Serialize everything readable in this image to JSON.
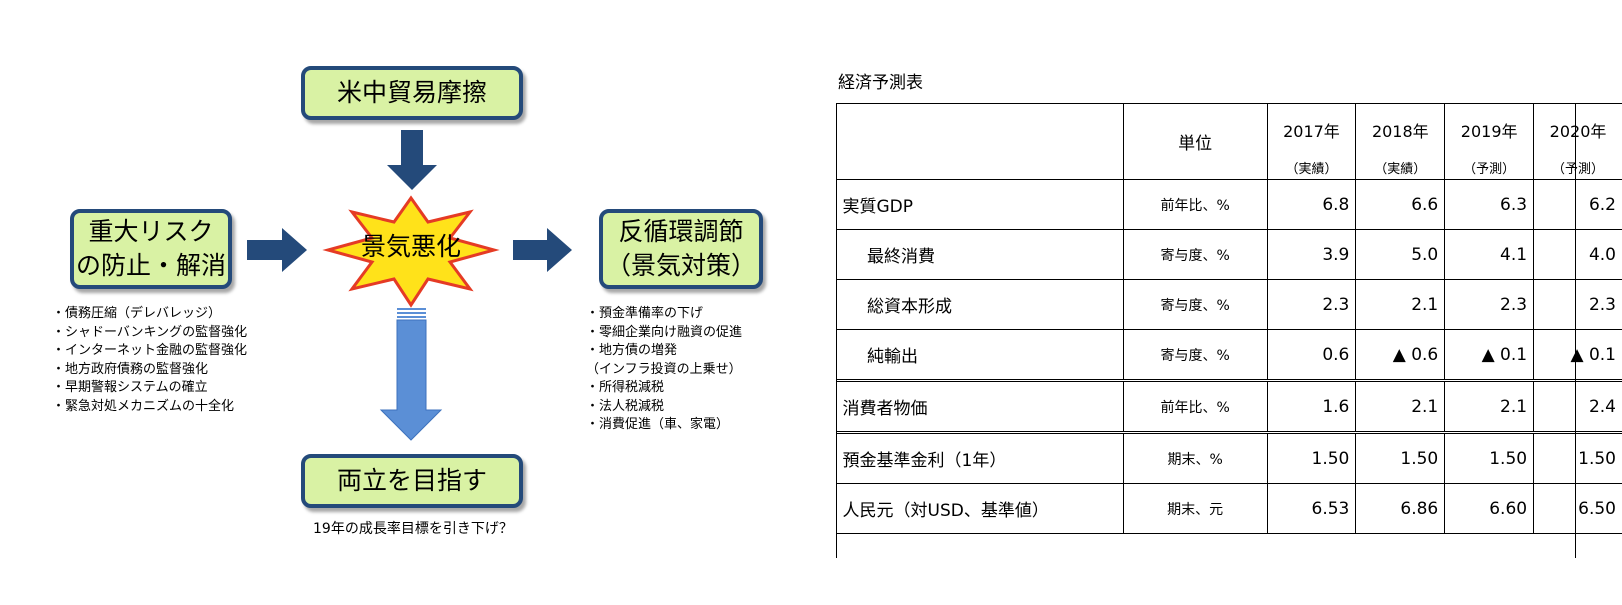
{
  "diagram": {
    "top_box": "米中貿易摩擦",
    "center_burst": "景気悪化",
    "left_box": [
      "重大リスク",
      "の防止・解消"
    ],
    "right_box": [
      "反循環調節",
      "（景気対策）"
    ],
    "bottom_box": "両立を目指す",
    "left_bullets": [
      "・債務圧縮（デレバレッジ）",
      "・シャドーバンキングの監督強化",
      "・インターネット金融の監督強化",
      "・地方政府債務の監督強化",
      "・早期警報システムの確立",
      "・緊急対処メカニズムの十全化"
    ],
    "right_bullets": [
      "・預金準備率の下げ",
      "・零細企業向け融資の促進",
      "・地方債の増発",
      "（インフラ投資の上乗せ）",
      "・所得税減税",
      "・法人税減税",
      "・消費促進（車、家電）"
    ],
    "bottom_note": "19年の成長率目標を引き下げ？",
    "colors": {
      "box_fill": "#d9f2a4",
      "box_border": "#244a7a",
      "arrow": "#244a7a",
      "arrow_down": "#5b8fd6",
      "burst_fill": "#ffe21a",
      "burst_border": "#e53b25"
    }
  },
  "table": {
    "title": "経済予測表",
    "unit_header": "単位",
    "years": [
      "2017年",
      "2018年",
      "2019年",
      "2020年"
    ],
    "year_notes": [
      "（実績）",
      "（実績）",
      "（予測）",
      "（予測）"
    ],
    "rows": [
      {
        "label": "実質GDP",
        "unit": "前年比、%",
        "values": [
          "6.8",
          "6.6",
          "6.3",
          "6.2"
        ]
      },
      {
        "label": "最終消費",
        "unit": "寄与度、%",
        "values": [
          "3.9",
          "5.0",
          "4.1",
          "4.0"
        ]
      },
      {
        "label": "総資本形成",
        "unit": "寄与度、%",
        "values": [
          "2.3",
          "2.1",
          "2.3",
          "2.3"
        ]
      },
      {
        "label": "純輸出",
        "unit": "寄与度、%",
        "values": [
          "0.6",
          "▲ 0.6",
          "▲ 0.1",
          "▲ 0.1"
        ]
      },
      {
        "label": "消費者物価",
        "unit": "前年比、%",
        "values": [
          "1.6",
          "2.1",
          "2.1",
          "2.4"
        ]
      },
      {
        "label": "預金基準金利（1年）",
        "unit": "期末、%",
        "values": [
          "1.50",
          "1.50",
          "1.50",
          "1.50"
        ]
      },
      {
        "label": "人民元（対USD、基準値）",
        "unit": "期末、元",
        "values": [
          "6.53",
          "6.86",
          "6.60",
          "6.50"
        ]
      }
    ]
  }
}
